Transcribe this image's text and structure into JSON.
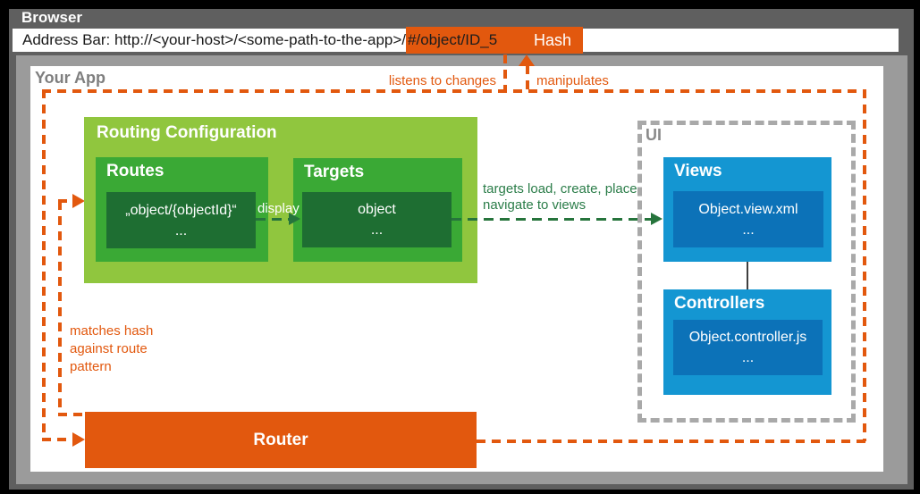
{
  "browser": {
    "title": "Browser",
    "address_bar": {
      "prefix": "Address Bar: http://<your-host>/<some-path-to-the-app>/",
      "hash_value": "#/object/ID_5",
      "hash_label": "Hash"
    }
  },
  "app": {
    "title": "Your App",
    "annotations": {
      "listens": "listens to changes",
      "manipulates": "manipulates",
      "matches_line1": "matches hash",
      "matches_line2": "against route",
      "matches_line3": "pattern",
      "display": "display",
      "targets_line1": "targets load, create, place,",
      "targets_line2": "navigate to views"
    },
    "routing_configuration": {
      "title": "Routing Configuration",
      "routes": {
        "title": "Routes",
        "pattern": "„object/{objectId}“",
        "ellipsis": "..."
      },
      "targets": {
        "title": "Targets",
        "name": "object",
        "ellipsis": "..."
      }
    },
    "ui": {
      "title": "UI",
      "views": {
        "title": "Views",
        "file": "Object.view.xml",
        "ellipsis": "..."
      },
      "controllers": {
        "title": "Controllers",
        "file": "Object.controller.js",
        "ellipsis": "..."
      }
    },
    "router": {
      "label": "Router"
    }
  },
  "colors": {
    "orange": "#e2580e",
    "light_green": "#90c63e",
    "mid_green": "#3aa935",
    "dark_green": "#1e6e32",
    "arrow_green": "#26743c",
    "blue": "#1496d2",
    "dark_blue": "#0c72b8",
    "frame_gray": "#5f5f5f",
    "viewport_gray": "#9b9b9b",
    "ui_dash_gray": "#a9a9a9"
  }
}
